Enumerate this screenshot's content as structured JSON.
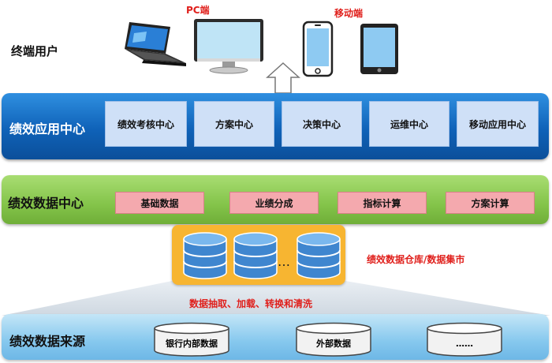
{
  "top": {
    "user_label": "终端用户",
    "pc_label": "PC端",
    "mobile_label": "移动端"
  },
  "app_center": {
    "title": "绩效应用中心",
    "modules": [
      "绩效考核中心",
      "方案中心",
      "决策中心",
      "运维中心",
      "移动应用中心"
    ]
  },
  "data_center": {
    "title": "绩效数据中心",
    "modules": [
      "基础数据",
      "业绩分成",
      "指标计算",
      "方案计算"
    ]
  },
  "warehouse": {
    "dots": "…",
    "label": "绩效数据仓库/数据集市",
    "etl_label": "数据抽取、加载、转换和清洗"
  },
  "data_source": {
    "title": "绩效数据来源",
    "sources": [
      "银行内部数据",
      "外部数据",
      "……"
    ]
  },
  "colors": {
    "app_band": "#0f62b8",
    "data_band": "#84c44a",
    "source_band": "#86c8ee",
    "warehouse": "#f7b531",
    "highlight_text": "#e0201c"
  }
}
